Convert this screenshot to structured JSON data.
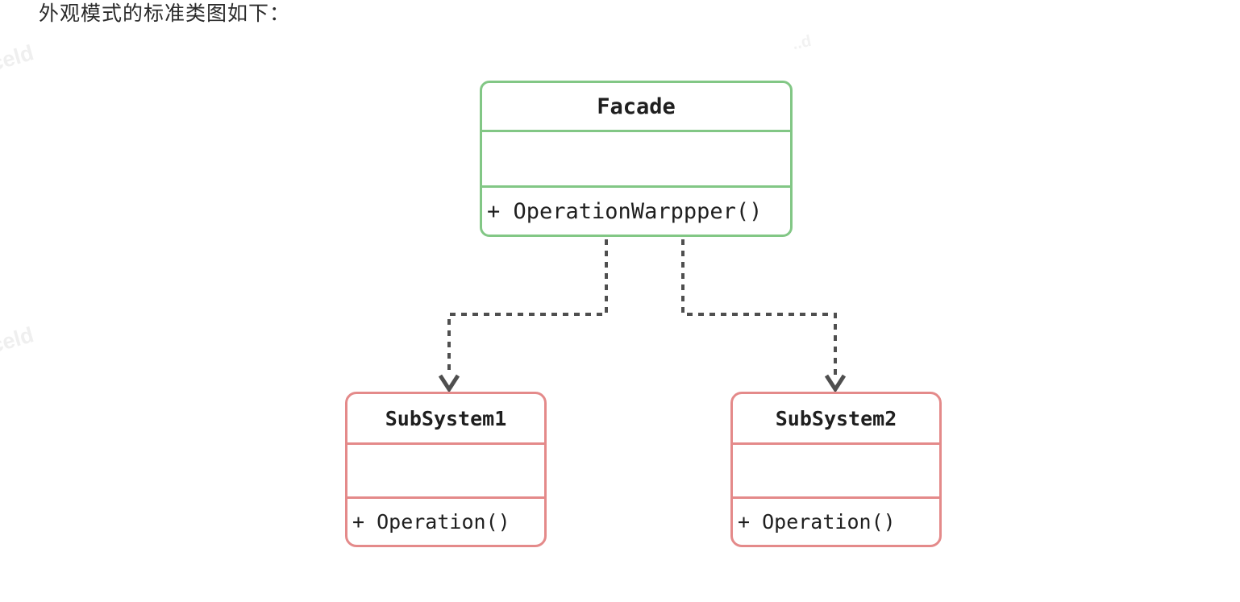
{
  "page": {
    "title": "外观模式的标准类图如下："
  },
  "watermark": {
    "text": "celd",
    "fragment": "..d"
  },
  "diagram": {
    "type": "uml-class-diagram",
    "pattern": "Facade",
    "classes": [
      {
        "name": "Facade",
        "attributes": "",
        "methods": [
          "+ OperationWarppper()"
        ],
        "border_color": "#82c785"
      },
      {
        "name": "SubSystem1",
        "attributes": "",
        "methods": [
          "+ Operation()"
        ],
        "border_color": "#e48a8a"
      },
      {
        "name": "SubSystem2",
        "attributes": "",
        "methods": [
          "+ Operation()"
        ],
        "border_color": "#e48a8a"
      }
    ],
    "connectors": [
      {
        "from": "Facade",
        "to": "SubSystem1",
        "style": "dashed",
        "arrow": "open-v"
      },
      {
        "from": "Facade",
        "to": "SubSystem2",
        "style": "dashed",
        "arrow": "open-v"
      }
    ],
    "colors": {
      "facade_border": "#82c785",
      "subsystem_border": "#e48a8a",
      "arrow": "#4f4f4f",
      "text": "#1f1f1f"
    }
  }
}
